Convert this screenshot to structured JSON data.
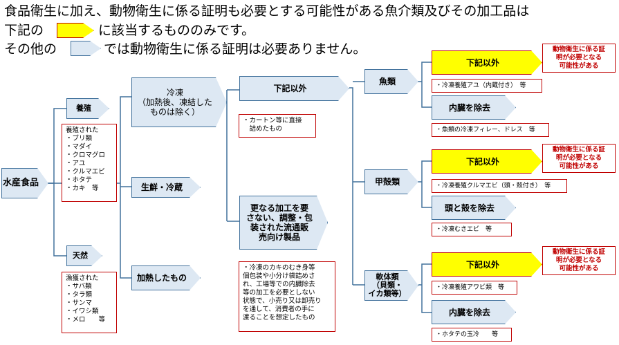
{
  "header": {
    "line1": "食品衛生に加え、動物衛生に係る証明も必要とする可能性がある魚介類及びその加工品は",
    "line2_pre": "下記の",
    "line2_post": "に該当するもののみです。",
    "line3_pre": "その他の",
    "line3_post": "では動物衛生に係る証明は必要ありません。"
  },
  "nodes": {
    "aquatic_food": "水産食品",
    "farmed": "養殖",
    "wild": "天然",
    "frozen": "冷凍\n（加熱後、凍結した\nものは除く）",
    "fresh_chilled": "生鮮・冷蔵",
    "heated": "加熱したもの",
    "below_except_1": "下記以外",
    "further_processing": "更なる加工を要\nさない、調整・包\n装された流通販\n売向け製品",
    "fish": "魚類",
    "crustacean": "甲殻類",
    "mollusc": "軟体類\n（貝類・\nイカ類等）",
    "fish_other": "下記以外",
    "fish_gut": "内臓を除去",
    "crust_other": "下記以外",
    "crust_head": "頭と殻を除去",
    "moll_other": "下記以外",
    "moll_gut": "内臓を除去"
  },
  "boxes": {
    "farmed_list": "養殖された\n・ブリ類\n・マダイ\n・クロマグロ\n・アユ\n・クルマエビ\n・ホタテ\n・カキ　等",
    "wild_list": "漁獲された\n・サバ類\n・タラ類\n・サンマ\n・イワシ類\n・メロ　　等",
    "carton": "・カートン等に直接\n　詰めたもの",
    "oyster": "・冷凍のカキのむき身等\n個包装や小分け袋詰めさ\nれ、工場等での内臓除去\n等の加工を必要としない\n状態で、小売り又は卸売り\nを通して、消費者の手に\n渡ることを想定したもの",
    "fish_ex1": "・冷凍養殖アユ（内蔵付き）　等",
    "fish_ex2": "・魚類の冷凍フィレー、ドレス　等",
    "crust_ex1": "・冷凍養殖クルマエビ（頭・殻付き）　等",
    "crust_ex2": "・冷凍むきエビ　等",
    "moll_ex1": "・冷凍養殖アワビ類　等",
    "moll_ex2": "・ホタテの玉冷　　等"
  },
  "notes": {
    "fish_note": "動物衛生に係る証\n明が必要となる\n可能性がある",
    "crust_note": "動物衛生に係る証\n明が必要となる\n可能性がある",
    "moll_note": "動物衛生に係る証\n明が必要となる\n可能性がある"
  },
  "colors": {
    "highlight": "#ffff00",
    "plain_fill": "#dde8f3",
    "border_blue": "#41719c",
    "border_red": "#c00000"
  }
}
